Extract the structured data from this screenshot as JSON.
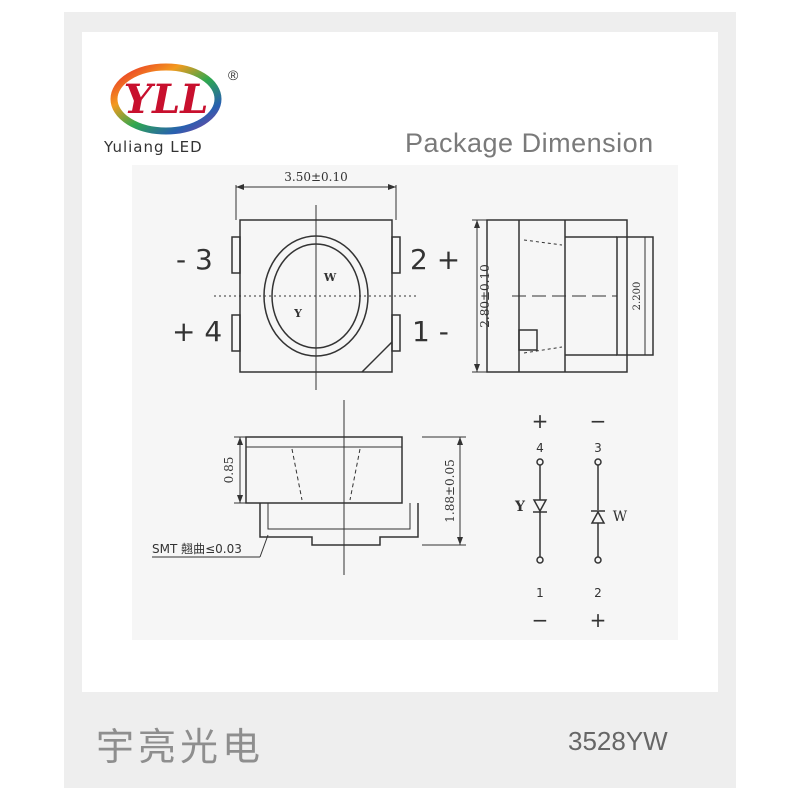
{
  "brand": {
    "logo_text": "YLL",
    "registered_mark": "®",
    "name": "Yuliang LED"
  },
  "title": "Package Dimension",
  "top_view": {
    "width_dim": "3.50±0.10",
    "pin_labels": {
      "p3": "- 3",
      "p2": "2 +",
      "p4": "+ 4",
      "p1": "1 -"
    },
    "chip_w": "W",
    "chip_y": "Y"
  },
  "side_view": {
    "height_dim": "2.80±0.10",
    "inner_dim": "2.200"
  },
  "front_view": {
    "left_dim": "0.85",
    "right_dim": "1.88±0.05",
    "smt_note": "SMT 翹曲≤0.03"
  },
  "schematic": {
    "top_left_sign": "+",
    "top_right_sign": "−",
    "pin_top_left": "4",
    "pin_top_right": "3",
    "diode_left": "Y",
    "diode_right": "W",
    "pin_bottom_left": "1",
    "pin_bottom_right": "2",
    "bottom_left_sign": "−",
    "bottom_right_sign": "+"
  },
  "footer": {
    "chinese_name": "宇亮光电",
    "model": "3528YW"
  },
  "colors": {
    "frame": "#eeeeee",
    "title": "#7a7a7a",
    "line": "#333333"
  }
}
